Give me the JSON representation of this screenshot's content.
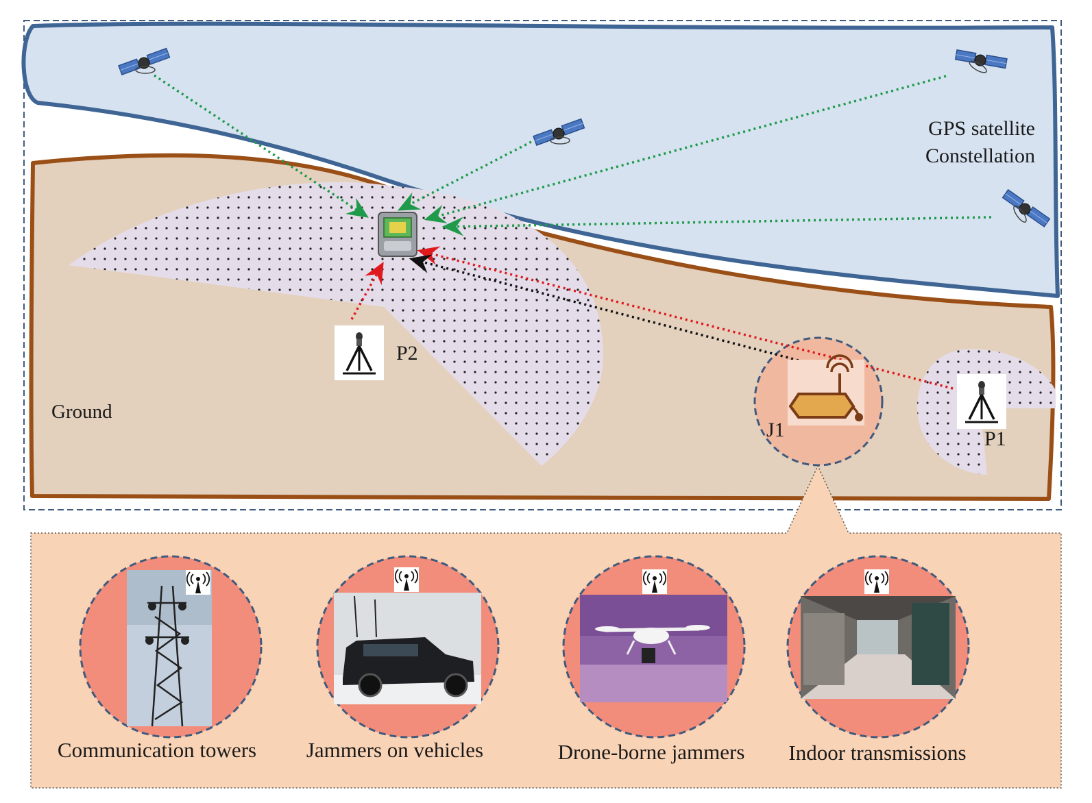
{
  "labels": {
    "gps_constellation_line1": "GPS satellite",
    "gps_constellation_line2": "Constellation",
    "ground": "Ground",
    "receiver_p2": "P2",
    "receiver_p1": "P1",
    "jammer_j1": "J1"
  },
  "jammer_types": [
    {
      "caption": "Communication towers",
      "icon": "communication-tower"
    },
    {
      "caption": "Jammers on vehicles",
      "icon": "vehicle-jammer"
    },
    {
      "caption": "Drone-borne jammers",
      "icon": "drone-jammer"
    },
    {
      "caption": "Indoor transmissions",
      "icon": "indoor-hall"
    }
  ],
  "colors": {
    "sky_fill": "#d6e2f0",
    "sky_border": "#3f6594",
    "ground_fill": "#e3d0bd",
    "ground_border": "#9a4f17",
    "coverage_fill": "#e4dde9",
    "jammer_circle_fill": "#f4a892",
    "panel_fill": "#f9d3b5",
    "gps_signal": "#1f9a4a",
    "jam_signal": "#e0191f",
    "relay_signal": "#111111"
  }
}
